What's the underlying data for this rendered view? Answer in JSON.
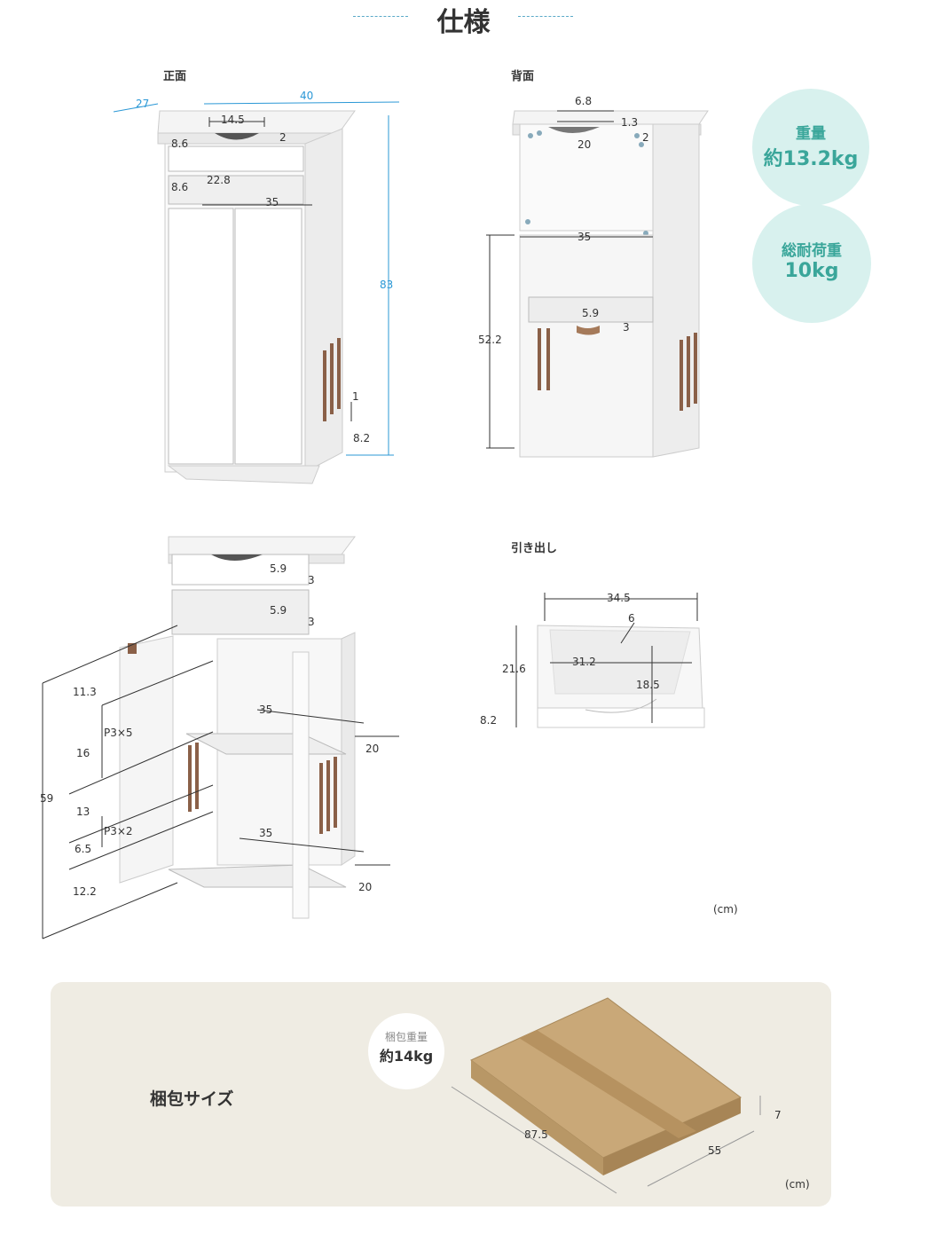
{
  "page_title": "仕様",
  "views": {
    "front": "正面",
    "back": "背面",
    "drawer": "引き出し"
  },
  "front_dims": {
    "depth": "27",
    "width": "40",
    "height": "83",
    "handle_w": "14.5",
    "handle_d": "2",
    "drawer_h": "8.6",
    "shelf_h": "8.6",
    "shelf_depth": "22.8",
    "shelf_w": "35",
    "vent_gap": "1",
    "base_h": "8.2"
  },
  "back_dims": {
    "hole_w": "6.8",
    "hole_h": "1.3",
    "hole_span": "20",
    "hole_d": "2",
    "inner_w": "35",
    "inner_h": "52.2",
    "cable_w": "5.9",
    "cable_h": "3"
  },
  "open_dims": {
    "notch1_w": "5.9",
    "notch1_h": "3",
    "notch2_w": "5.9",
    "notch2_h": "3",
    "upper_w": "35",
    "upper_d": "20",
    "lower_w": "35",
    "lower_d": "20",
    "total_h": "59",
    "seg1": "11.3",
    "seg2": "16",
    "seg3": "13",
    "seg4": "6.5",
    "seg5": "12.2",
    "pitch1": "P3×5",
    "pitch2": "P3×2"
  },
  "drawer_dims": {
    "outer_w": "34.5",
    "wall": "6",
    "inner_w": "31.2",
    "inner_d": "18.5",
    "depth": "21.6",
    "height": "8.2"
  },
  "specs": {
    "weight_label": "重量",
    "weight_value": "約13.2kg",
    "load_label": "総耐荷重",
    "load_value": "10kg"
  },
  "unit_label": "(cm)",
  "package": {
    "title": "梱包サイズ",
    "weight_label": "梱包重量",
    "weight_value": "約14kg",
    "length": "87.5",
    "width": "55",
    "height": "7",
    "unit": "(cm)"
  },
  "colors": {
    "accent_blue": "#2b98d6",
    "bubble_bg": "#d8f1ee",
    "bubble_text": "#3aa69a",
    "package_bg": "#efece3",
    "cardboard": "#c9a878"
  }
}
